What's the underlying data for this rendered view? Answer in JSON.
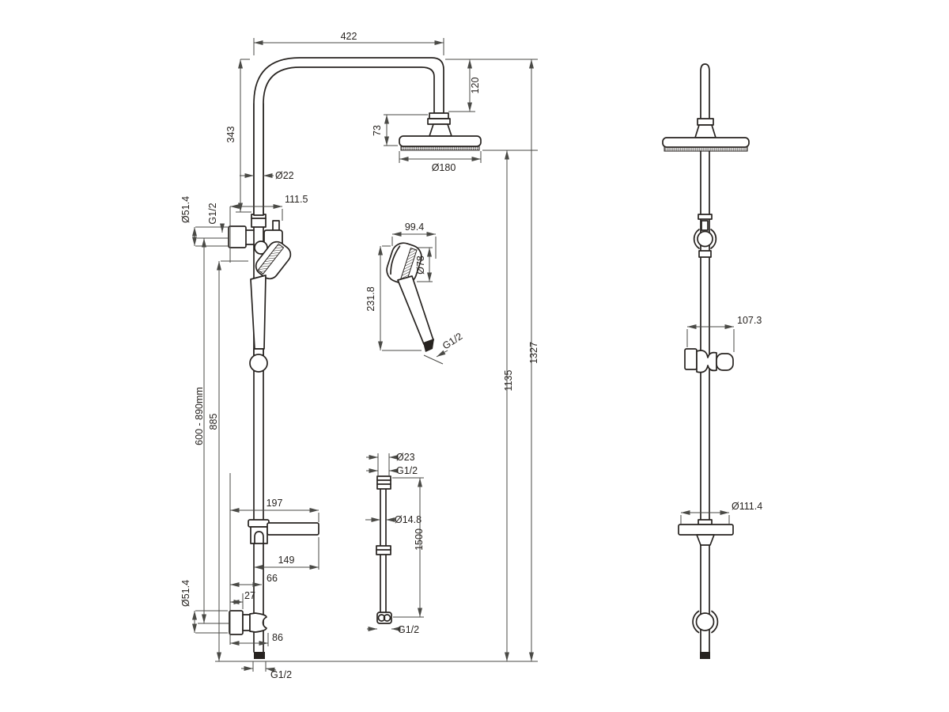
{
  "page": {
    "background_color": "#ffffff",
    "line_color": "#272320",
    "dimension_color": "#4a4a46"
  },
  "front_view": {
    "dimensions": {
      "arm_length": "422",
      "arm_to_head_drop": "120",
      "arm_rise": "343",
      "pipe_diameter": "Ø22",
      "wall_to_diverter": "111.5",
      "inlet_thread": "G1/2",
      "top_flange_diameter": "Ø51.4",
      "head_cap_height": "73",
      "head_diameter": "Ø180",
      "adjust_range": "600 - 890mm",
      "rail_length": "885",
      "head_to_bottom": "1135",
      "overall_height": "1327",
      "shelf_reach": "197",
      "shelf_length": "149",
      "shelf_offset": "66",
      "flange_depth": "27",
      "bottom_flange_diameter": "Ø51.4",
      "outlet_reach": "86",
      "outlet_thread": "G1/2"
    }
  },
  "hand_shower": {
    "dimensions": {
      "head_width": "99.4",
      "face_diameter": "Ø78",
      "length": "231.8",
      "thread": "G1/2"
    }
  },
  "hose": {
    "dimensions": {
      "nut_diameter": "Ø23",
      "top_thread": "G1/2",
      "hose_diameter": "Ø14.8",
      "length": "1500",
      "bottom_thread": "G1/2"
    }
  },
  "side_view": {
    "dimensions": {
      "holder_depth": "107.3",
      "dish_diameter": "Ø111.4"
    }
  }
}
